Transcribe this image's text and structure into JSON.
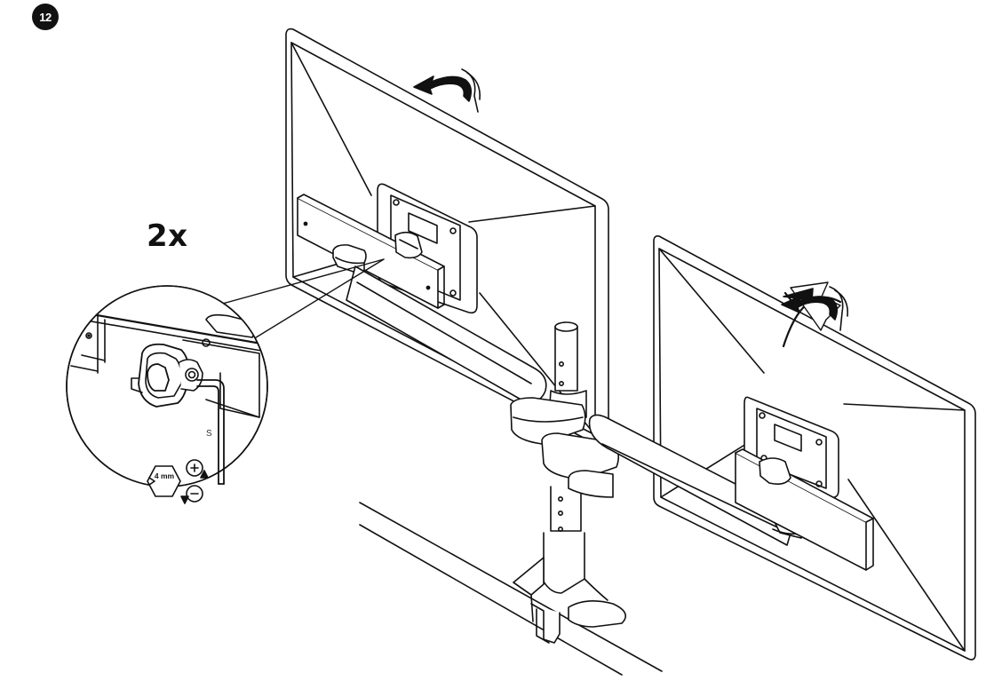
{
  "step": {
    "number": "12"
  },
  "callout": {
    "repeat_label": "2x",
    "tool_size_label": "4 mm",
    "key_letter": "S"
  },
  "icons": {
    "tighten": "clockwise-plus-icon",
    "loosen": "counterclockwise-minus-icon",
    "rotate_left_monitor": "curved-rotate-arrow-icon",
    "rotate_right_monitor": "curved-rotate-arrow-icon",
    "hex_key": "allen-key-icon"
  },
  "colors": {
    "line": "#111111",
    "background": "#ffffff",
    "badge_fill": "#111111",
    "badge_text": "#ffffff"
  }
}
